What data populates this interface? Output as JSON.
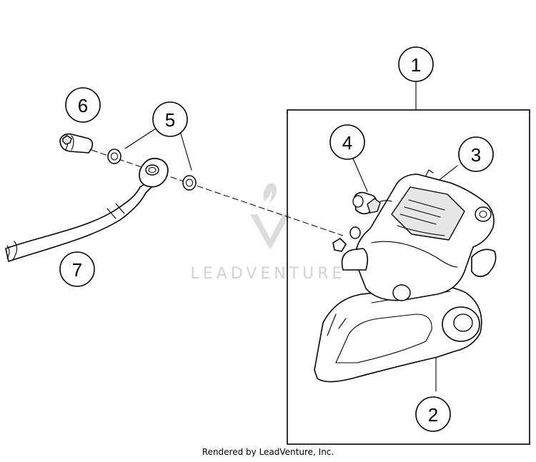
{
  "diagram": {
    "callouts": [
      {
        "id": "1",
        "label": "1"
      },
      {
        "id": "2",
        "label": "2"
      },
      {
        "id": "3",
        "label": "3"
      },
      {
        "id": "4",
        "label": "4"
      },
      {
        "id": "5",
        "label": "5"
      },
      {
        "id": "6",
        "label": "6"
      },
      {
        "id": "7",
        "label": "7"
      }
    ],
    "watermark_text": "LEADVENTURE",
    "credit_text": "Rendered by LeadVenture, Inc."
  }
}
